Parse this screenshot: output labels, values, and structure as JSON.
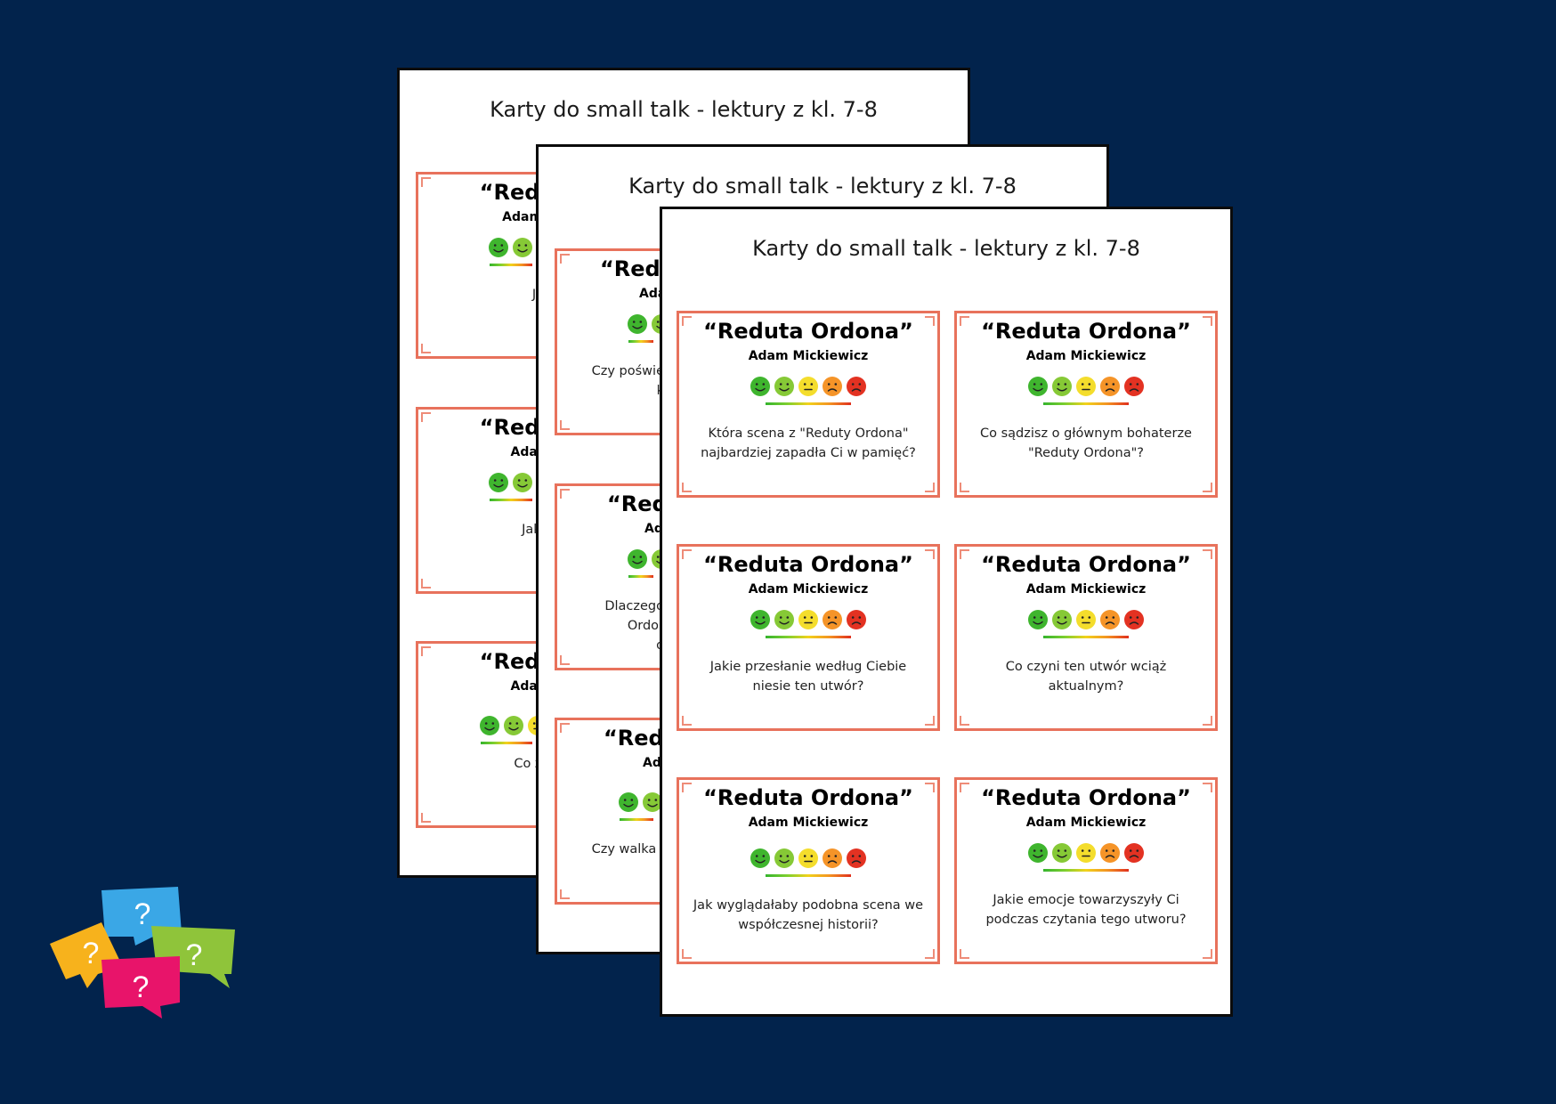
{
  "sheet_title": "Karty do small talk - lektury z kl. 7-8",
  "card_title": "“Reduta Ordona”",
  "card_author": "Adam Mickiewicz",
  "back_sheet": {
    "cards": [
      {
        "title": "“Reduta",
        "author": "Adam M",
        "question": "Jakie wartości s\nobrońc"
      },
      {
        "title": "“Reduta",
        "author": "Adam",
        "question": "Jakie inne teksty\no bohate"
      },
      {
        "title": "“Reduta",
        "author": "Adam",
        "question": "Co zrobiłbyś/zrobi\nOrdo"
      }
    ]
  },
  "middle_sheet": {
    "cards": [
      {
        "title": "“Redu",
        "author": "Ada",
        "question": "Czy poświe\nk"
      },
      {
        "title": "“Redu",
        "author": "Ada",
        "question": "Dlaczego Ordor\no"
      },
      {
        "title": "“Redu",
        "author": "Ada",
        "question": "Czy walka do"
      }
    ]
  },
  "front_sheet": {
    "cards": [
      {
        "question": "Która scena z \"Reduty Ordona\"\nnajbardziej zapadła Ci w pamięć?"
      },
      {
        "question": "Co sądzisz o głównym bohaterze\n\"Reduty Ordona\"?"
      },
      {
        "question": "Jakie przesłanie według Ciebie\nniesie ten utwór?"
      },
      {
        "question": "Co czyni ten utwór wciąż\naktualnym?"
      },
      {
        "question": "Jak wyglądałaby podobna scena we\nwspółczesnej historii?"
      },
      {
        "question": "Jakie emocje towarzyszyły Ci\npodczas czytania tego utworu?"
      }
    ]
  },
  "rating_scale": [
    {
      "name": "very-happy",
      "color": "#3fb52e",
      "mood": "smile"
    },
    {
      "name": "happy",
      "color": "#86c936",
      "mood": "smile"
    },
    {
      "name": "neutral",
      "color": "#f4dd2c",
      "mood": "flat"
    },
    {
      "name": "sad",
      "color": "#f59428",
      "mood": "frown"
    },
    {
      "name": "very-sad",
      "color": "#e33222",
      "mood": "frown"
    }
  ],
  "colors": {
    "background": "#02234c",
    "card_border": "#e8725c",
    "logo_bubbles": [
      "#3aa7e6",
      "#f7b21c",
      "#8fc43a",
      "#e8146a"
    ]
  },
  "icons": {
    "logo": "question-speech-bubbles"
  }
}
